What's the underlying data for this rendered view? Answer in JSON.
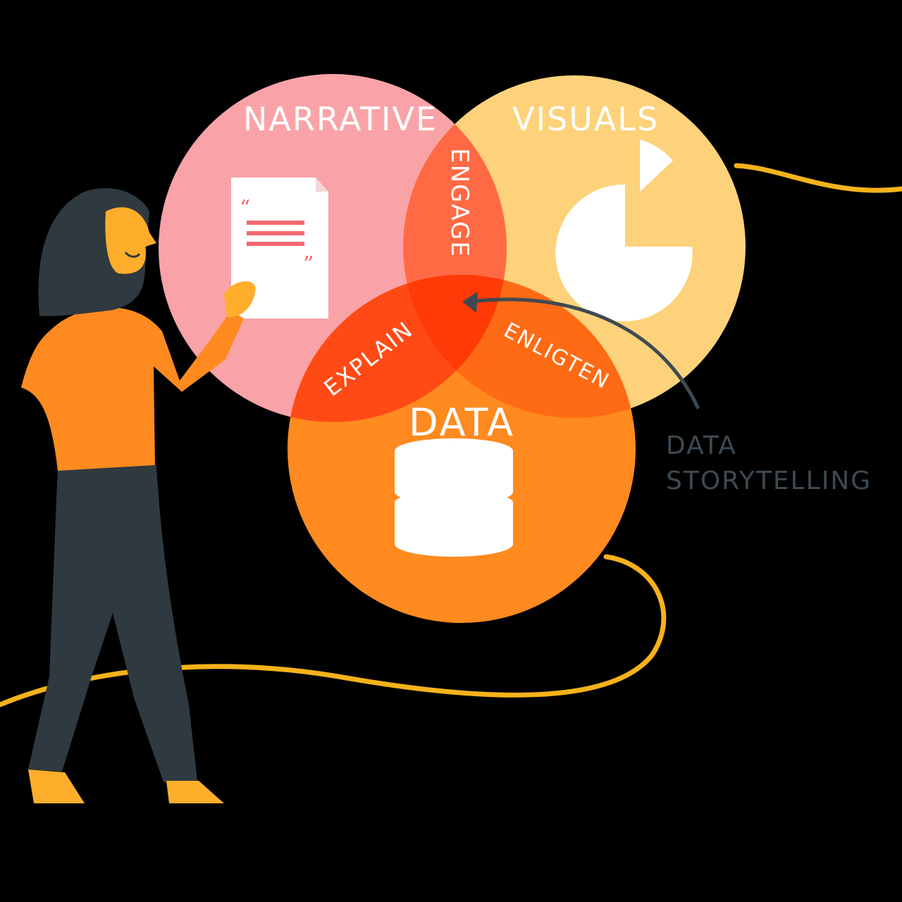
{
  "diagram": {
    "circles": {
      "narrative": {
        "label": "NARRATIVE",
        "color": "#f9a3a8"
      },
      "visuals": {
        "label": "VISUALS",
        "color": "#fdd27a"
      },
      "data": {
        "label": "DATA",
        "color": "#ff8a1f"
      }
    },
    "overlaps": {
      "narrative_visuals": "ENGAGE",
      "narrative_data": "EXPLAIN",
      "visuals_data": "ENLIGTEN"
    },
    "center_callout": {
      "line1": "DATA",
      "line2": "STORYTELLING"
    }
  },
  "colors": {
    "background": "#000000",
    "rope": "#f5b21a",
    "skin": "#ffae2b",
    "shirt": "#ff8a1f",
    "hair": "#2f3a40",
    "pants": "#2f3a40",
    "arrow": "#3d4a52"
  },
  "icons": [
    "document-icon",
    "pie-chart-icon",
    "database-icon",
    "arrow-icon"
  ]
}
